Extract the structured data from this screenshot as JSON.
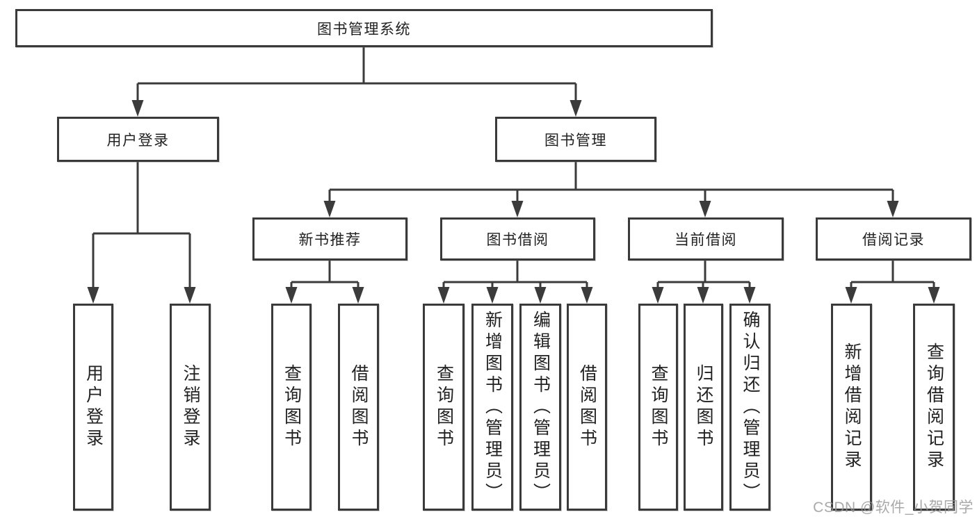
{
  "diagram_title": "图书管理系统",
  "nodes": {
    "root": {
      "label": "图书管理系统"
    },
    "user_login": {
      "label": "用户登录"
    },
    "book_mgmt": {
      "label": "图书管理"
    },
    "new_book_rec": {
      "label": "新书推荐"
    },
    "book_borrow": {
      "label": "图书借阅"
    },
    "current_borrow": {
      "label": "当前借阅"
    },
    "borrow_records": {
      "label": "借阅记录"
    },
    "leaf_user_login": {
      "label": "用户登录"
    },
    "leaf_logout": {
      "label": "注销登录"
    },
    "leaf_nbr_query": {
      "label": "查询图书"
    },
    "leaf_nbr_borrow": {
      "label": "借阅图书"
    },
    "leaf_bb_query": {
      "label": "查询图书"
    },
    "leaf_bb_add": {
      "label": "新增图书（管理员）"
    },
    "leaf_bb_edit": {
      "label": "编辑图书（管理员）"
    },
    "leaf_bb_borrow": {
      "label": "借阅图书"
    },
    "leaf_cb_query": {
      "label": "查询图书"
    },
    "leaf_cb_return": {
      "label": "归还图书"
    },
    "leaf_cb_confirm": {
      "label": "确认归还（管理员）"
    },
    "leaf_br_add": {
      "label": "新增借阅记录"
    },
    "leaf_br_query": {
      "label": "查询借阅记录"
    }
  },
  "hierarchy": {
    "图书管理系统": {
      "用户登录": [
        "用户登录",
        "注销登录"
      ],
      "图书管理": {
        "新书推荐": [
          "查询图书",
          "借阅图书"
        ],
        "图书借阅": [
          "查询图书",
          "新增图书（管理员）",
          "编辑图书（管理员）",
          "借阅图书"
        ],
        "当前借阅": [
          "查询图书",
          "归还图书",
          "确认归还（管理员）"
        ],
        "借阅记录": [
          "新增借阅记录",
          "查询借阅记录"
        ]
      }
    }
  },
  "watermark": "CSDN @软件_小贺同学",
  "colors": {
    "line": "#3b3b3b",
    "box_border": "#3a3a3a",
    "box_bg": "#ffffff",
    "text": "#212121",
    "watermark": "#999999"
  }
}
